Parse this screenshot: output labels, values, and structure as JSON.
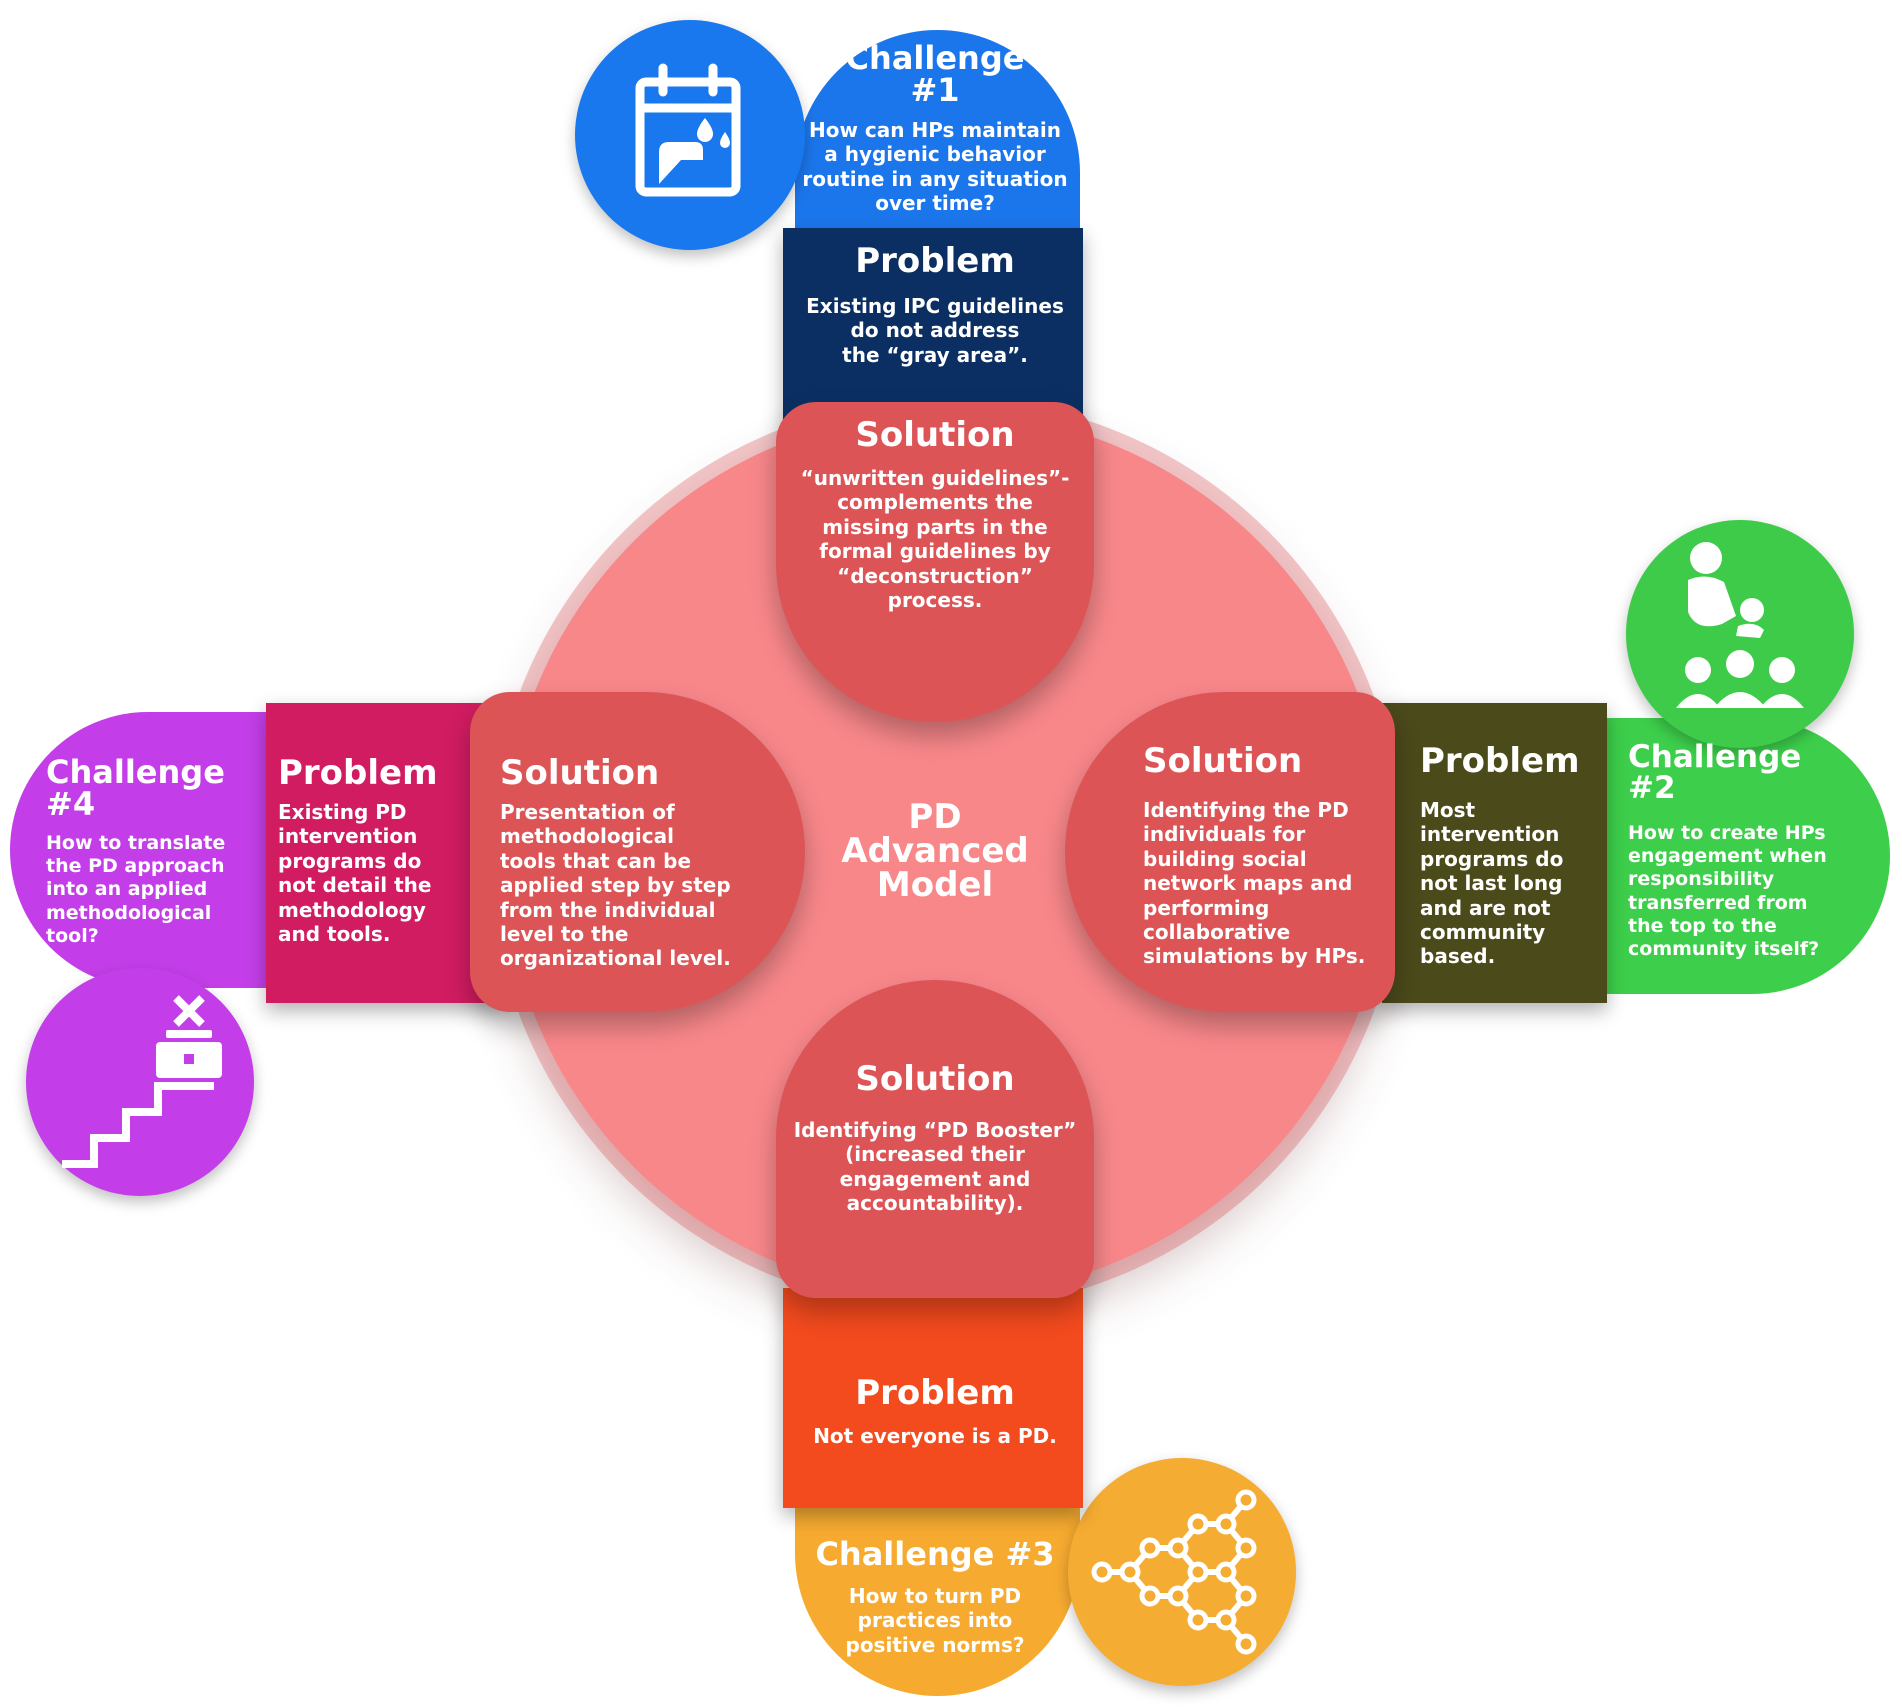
{
  "center": {
    "title": "PD\nAdvanced\nModel"
  },
  "challenge1": {
    "title": "Challenge\n#1",
    "text": "How can HPs maintain\na hygienic behavior\nroutine in any situation\nover time?",
    "problem_title": "Problem",
    "problem_text": "Existing IPC guidelines\ndo not address\nthe “gray area”.",
    "solution_title": "Solution",
    "solution_text": "“unwritten guidelines”-\ncomplements the\nmissing parts in the\nformal guidelines by\n“deconstruction”\nprocess.",
    "icon": "calendar-handwash-icon"
  },
  "challenge2": {
    "title": "Challenge\n#2",
    "text": "How to create HPs\nengagement when\nresponsibility\ntransferred from\nthe top to the\ncommunity itself?",
    "problem_title": "Problem",
    "problem_text": "Most\nintervention\nprograms do\nnot last long\nand are not\ncommunity\nbased.",
    "solution_title": "Solution",
    "solution_text": "Identifying the PD\nindividuals for\nbuilding social\nnetwork maps and\nperforming\ncollaborative\nsimulations by HPs.",
    "icon": "community-care-icon"
  },
  "challenge3": {
    "title": "Challenge #3",
    "text": "How to turn PD\npractices into\npositive norms?",
    "problem_title": "Problem",
    "problem_text": "Not everyone is a PD.",
    "solution_title": "Solution",
    "solution_text": "Identifying “PD Booster”\n(increased their\nengagement and\naccountability).",
    "icon": "network-hexagon-icon"
  },
  "challenge4": {
    "title": "Challenge\n#4",
    "text": "How to translate\nthe PD approach\ninto an applied\nmethodological\ntool?",
    "problem_title": "Problem",
    "problem_text": "Existing PD\nintervention\nprograms do\nnot detail the\nmethodology\nand tools.",
    "solution_title": "Solution",
    "solution_text": "Presentation of\nmethodological\ntools that can be\napplied step by step\nfrom the individual\nlevel to the\norganizational level.",
    "icon": "stairs-toolbox-icon"
  },
  "colors": {
    "challenge1": "#1c76eb",
    "problem1": "#0c2f63",
    "challenge2": "#3dcf4b",
    "problem2": "#4b4a1b",
    "challenge3": "#f6ab30",
    "problem3": "#f34a1e",
    "challenge4": "#c33ee9",
    "problem4": "#d11c61",
    "solution": "#dc5456",
    "center": "#f8878a"
  }
}
